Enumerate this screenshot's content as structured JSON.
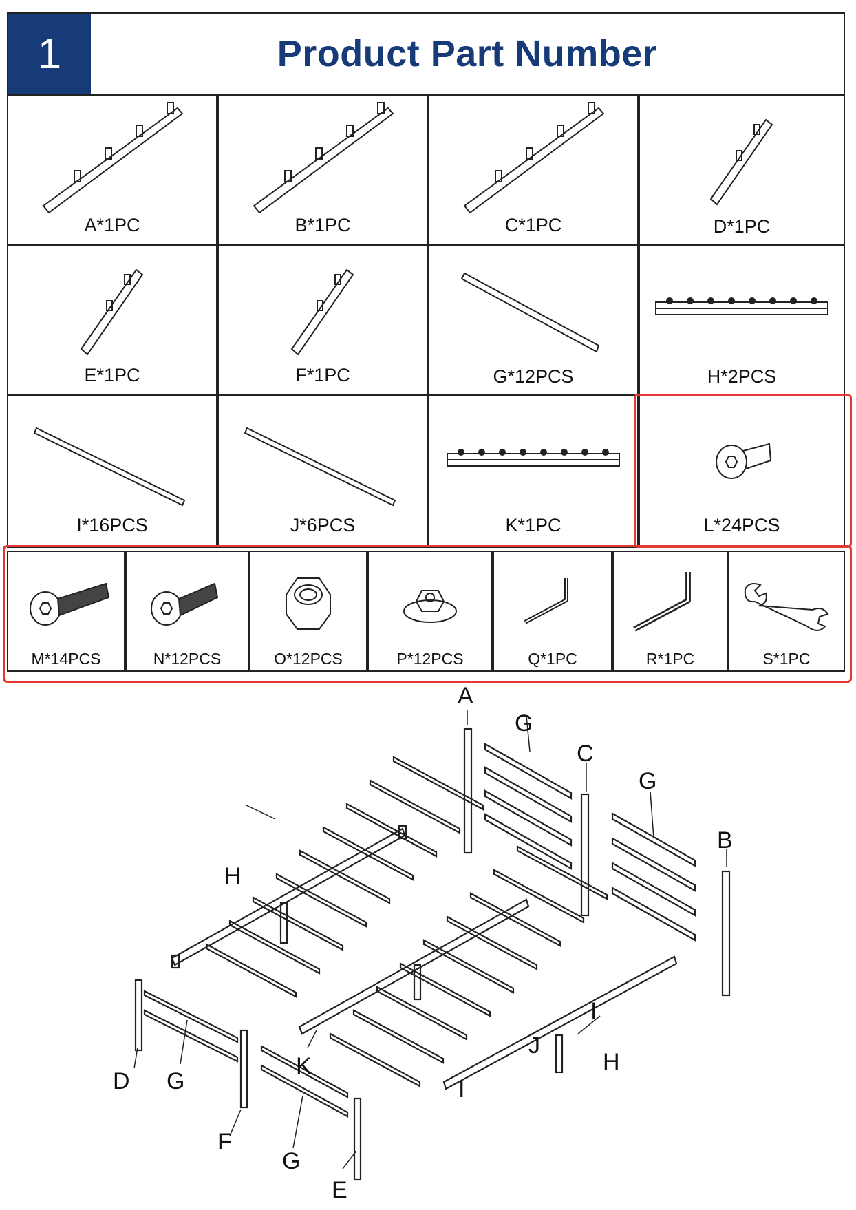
{
  "header": {
    "step_number": "1",
    "title": "Product Part Number"
  },
  "parts_grid": [
    {
      "label": "A*1PC",
      "icon": "rail-with-brackets"
    },
    {
      "label": "B*1PC",
      "icon": "rail-with-brackets"
    },
    {
      "label": "C*1PC",
      "icon": "rail-with-brackets"
    },
    {
      "label": "D*1PC",
      "icon": "short-post"
    },
    {
      "label": "E*1PC",
      "icon": "short-post"
    },
    {
      "label": "F*1PC",
      "icon": "short-post"
    },
    {
      "label": "G*12PCS",
      "icon": "plain-bar"
    },
    {
      "label": "H*2PCS",
      "icon": "side-rail"
    },
    {
      "label": "I*16PCS",
      "icon": "slat"
    },
    {
      "label": "J*6PCS",
      "icon": "slat"
    },
    {
      "label": "K*1PC",
      "icon": "center-rail"
    },
    {
      "label": "L*24PCS",
      "icon": "short-bolt"
    }
  ],
  "hardware_row": [
    {
      "label": "M*14PCS",
      "icon": "long-bolt"
    },
    {
      "label": "N*12PCS",
      "icon": "medium-bolt"
    },
    {
      "label": "O*12PCS",
      "icon": "hex-nut"
    },
    {
      "label": "P*12PCS",
      "icon": "flange-nut"
    },
    {
      "label": "Q*1PC",
      "icon": "small-allen-key"
    },
    {
      "label": "R*1PC",
      "icon": "large-allen-key"
    },
    {
      "label": "S*1PC",
      "icon": "wrench"
    }
  ],
  "assembly_callouts": [
    "A",
    "G",
    "C",
    "G",
    "B",
    "H",
    "D",
    "G",
    "K",
    "F",
    "G",
    "E",
    "I",
    "J",
    "H",
    "I"
  ],
  "colors": {
    "brand_blue": "#163b78",
    "highlight_red": "#e53935",
    "line": "#222222"
  }
}
